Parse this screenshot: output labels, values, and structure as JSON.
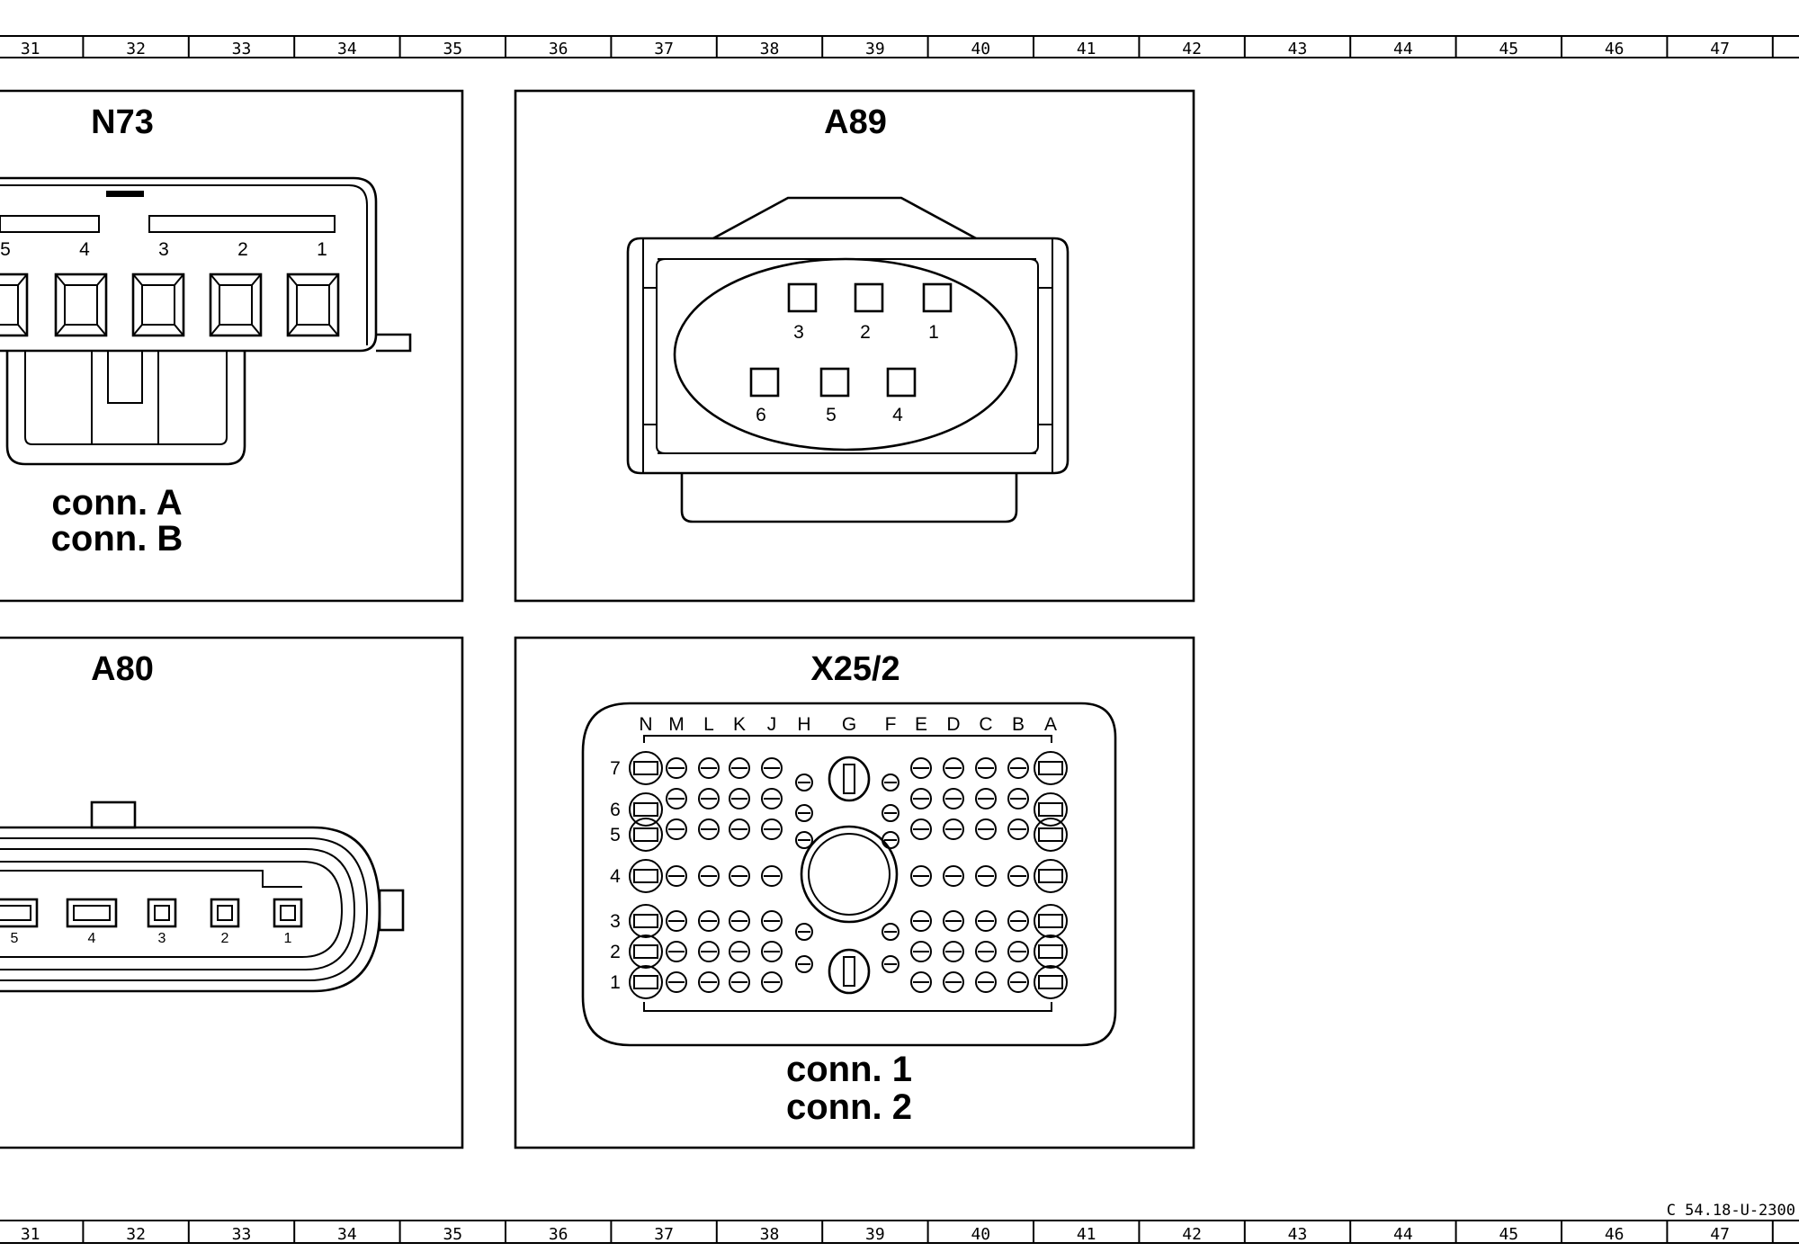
{
  "ruler": {
    "labels": [
      "31",
      "32",
      "33",
      "34",
      "35",
      "36",
      "37",
      "38",
      "39",
      "40",
      "41",
      "42",
      "43",
      "44",
      "45",
      "46",
      "47"
    ]
  },
  "panels": {
    "n73": {
      "title": "N73",
      "pins": [
        "5",
        "4",
        "3",
        "2",
        "1"
      ],
      "conn_a": "conn. A",
      "conn_b": "conn. B"
    },
    "a89": {
      "title": "A89",
      "pins_top": [
        "3",
        "2",
        "1"
      ],
      "pins_bottom": [
        "6",
        "5",
        "4"
      ]
    },
    "a80": {
      "title": "A80",
      "pins": [
        "5",
        "4",
        "3",
        "2",
        "1"
      ]
    },
    "x25": {
      "title": "X25/2",
      "columns": [
        "N",
        "M",
        "L",
        "K",
        "J",
        "H",
        "G",
        "F",
        "E",
        "D",
        "C",
        "B",
        "A"
      ],
      "rows": [
        "7",
        "6",
        "5",
        "4",
        "3",
        "2",
        "1"
      ],
      "conn_1": "conn. 1",
      "conn_2": "conn. 2"
    }
  },
  "doc_code": "C 54.18-U-2300"
}
